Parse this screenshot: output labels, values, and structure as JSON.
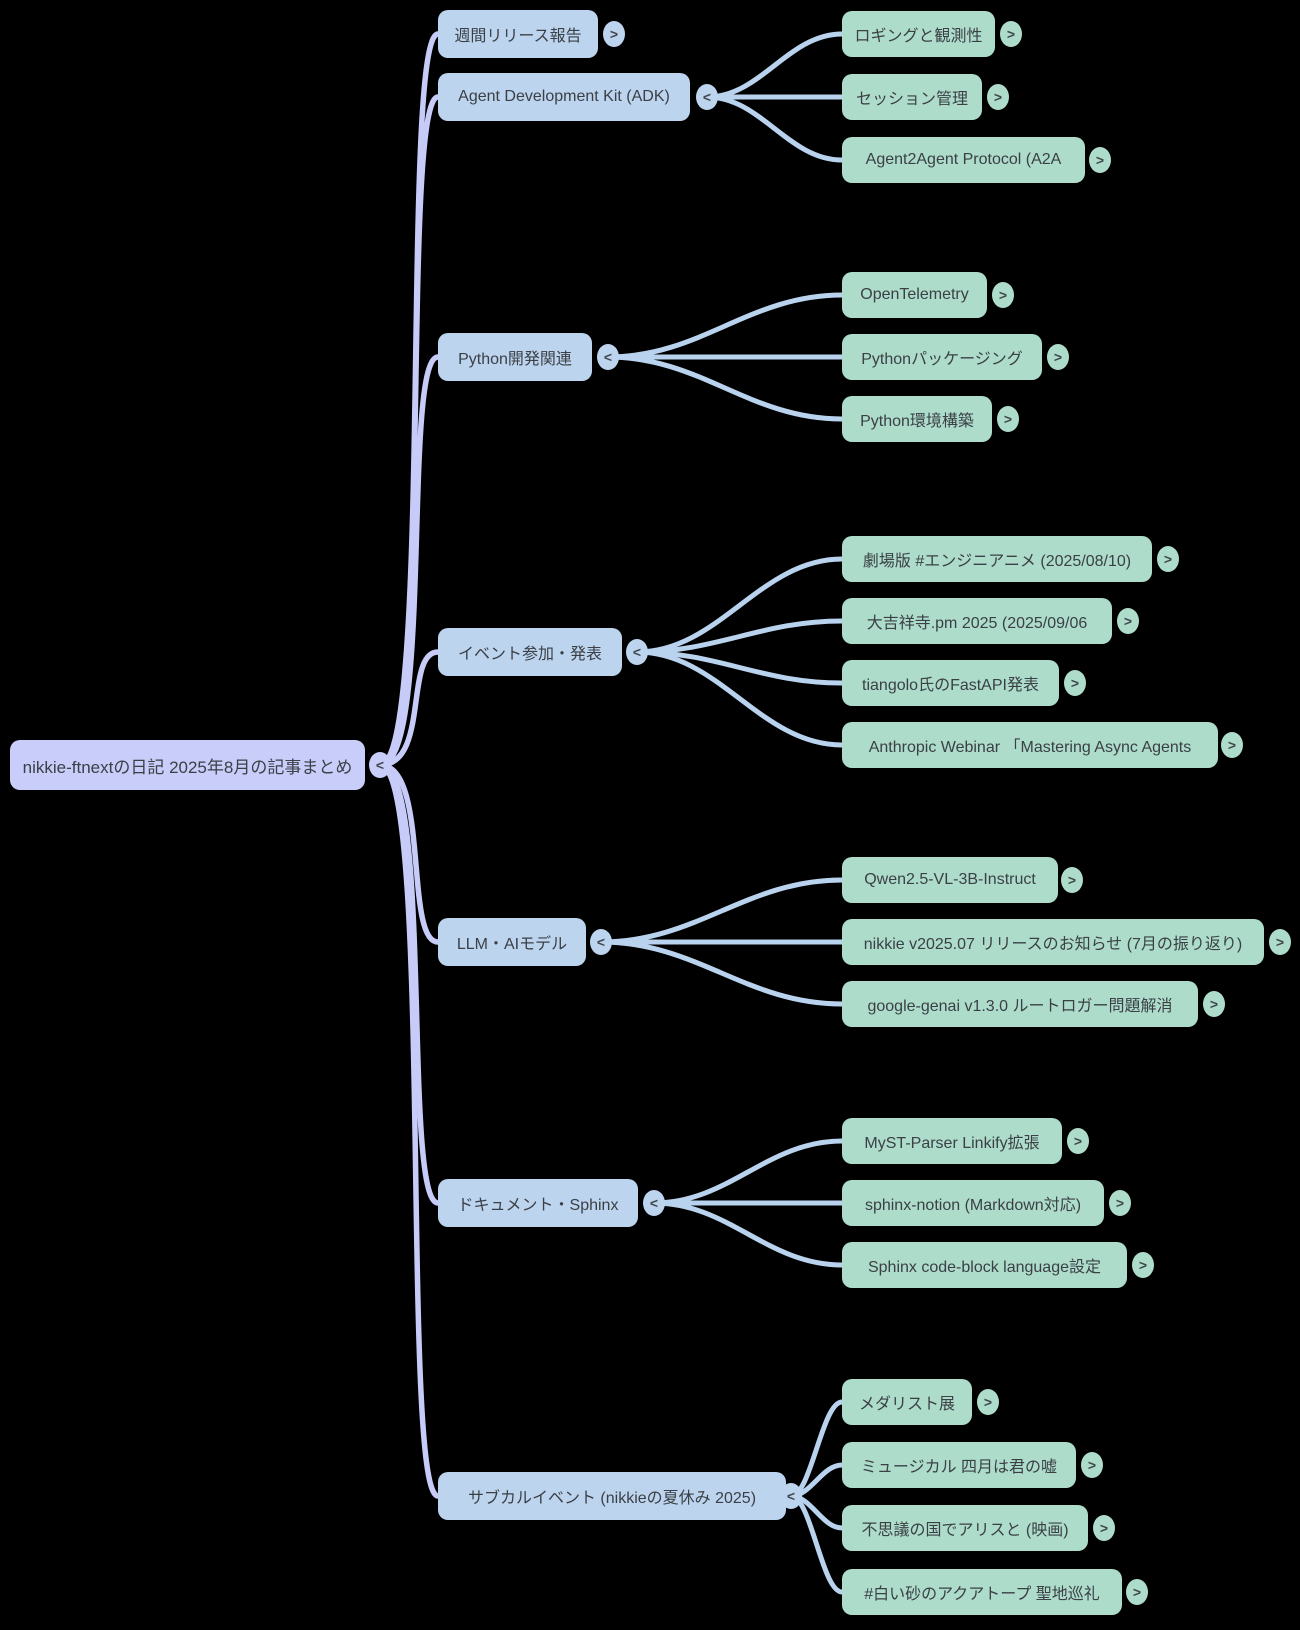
{
  "colors": {
    "background": "#000000",
    "root_node": "#c9cdf9",
    "branch_node": "#bdd4ef",
    "leaf_node": "#aedcca",
    "root_link": "#c7cbf8",
    "branch_link": "#b9d3ef",
    "node_text": "#3a4046"
  },
  "root": {
    "label": "nikkie-ftnextの日記 2025年8月の記事まとめ",
    "toggle": "<"
  },
  "branches": [
    {
      "label": "週間リリース報告",
      "toggle": ">",
      "children": []
    },
    {
      "label": "Agent Development Kit (ADK)",
      "toggle": "<",
      "children": [
        {
          "label": "ロギングと観測性",
          "toggle": ">"
        },
        {
          "label": "セッション管理",
          "toggle": ">"
        },
        {
          "label": "Agent2Agent Protocol (A2A",
          "toggle": ">"
        }
      ]
    },
    {
      "label": "Python開発関連",
      "toggle": "<",
      "children": [
        {
          "label": "OpenTelemetry",
          "toggle": ">"
        },
        {
          "label": "Pythonパッケージング",
          "toggle": ">"
        },
        {
          "label": "Python環境構築",
          "toggle": ">"
        }
      ]
    },
    {
      "label": "イベント参加・発表",
      "toggle": "<",
      "children": [
        {
          "label": "劇場版 #エンジニアニメ (2025/08/10)",
          "toggle": ">"
        },
        {
          "label": "大吉祥寺.pm 2025 (2025/09/06",
          "toggle": ">"
        },
        {
          "label": "tiangolo氏のFastAPI発表",
          "toggle": ">"
        },
        {
          "label": "Anthropic Webinar 「Mastering Async Agents",
          "toggle": ">"
        }
      ]
    },
    {
      "label": "LLM・AIモデル",
      "toggle": "<",
      "children": [
        {
          "label": "Qwen2.5-VL-3B-Instruct",
          "toggle": ">"
        },
        {
          "label": "nikkie v2025.07 リリースのお知らせ (7月の振り返り)",
          "toggle": ">"
        },
        {
          "label": "google-genai v1.3.0 ルートロガー問題解消",
          "toggle": ">"
        }
      ]
    },
    {
      "label": "ドキュメント・Sphinx",
      "toggle": "<",
      "children": [
        {
          "label": "MyST-Parser Linkify拡張",
          "toggle": ">"
        },
        {
          "label": "sphinx-notion (Markdown対応)",
          "toggle": ">"
        },
        {
          "label": "Sphinx code-block language設定",
          "toggle": ">"
        }
      ]
    },
    {
      "label": "サブカルイベント (nikkieの夏休み 2025)",
      "toggle": "<",
      "children": [
        {
          "label": "メダリスト展",
          "toggle": ">"
        },
        {
          "label": "ミュージカル 四月は君の嘘",
          "toggle": ">"
        },
        {
          "label": "不思議の国でアリスと (映画)",
          "toggle": ">"
        },
        {
          "label": "#白い砂のアクアトープ 聖地巡礼",
          "toggle": ">"
        }
      ]
    }
  ]
}
